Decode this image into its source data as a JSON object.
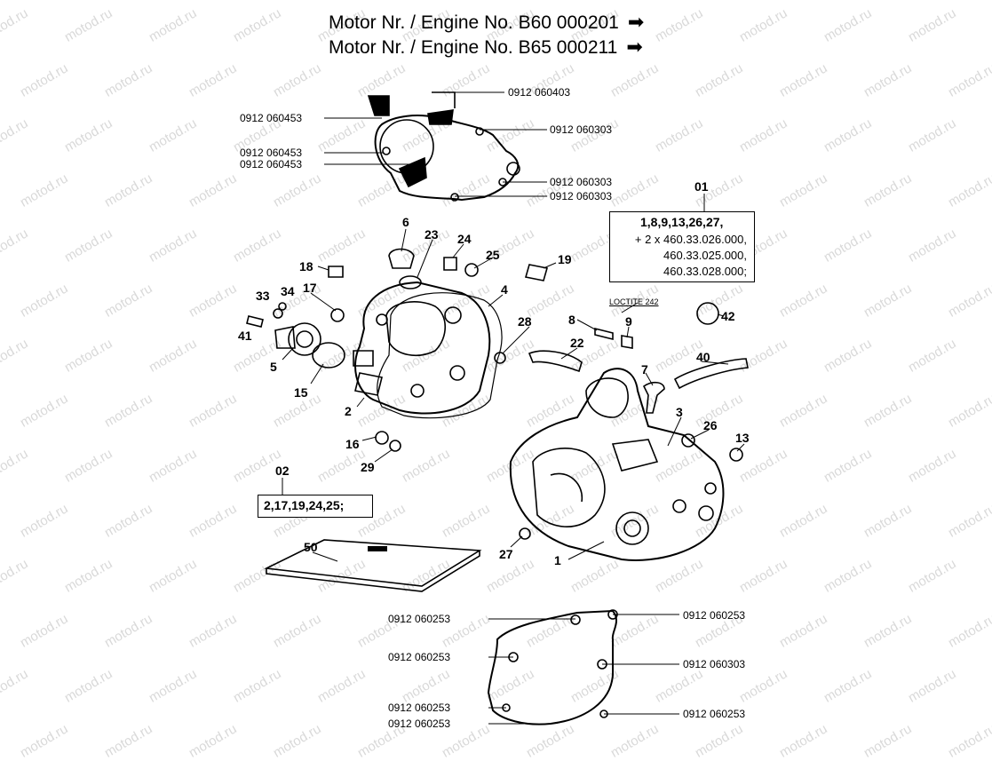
{
  "header": {
    "line1": "Motor Nr. / Engine No. B60 000201",
    "line2": "Motor Nr. / Engine No. B65 000211"
  },
  "watermark": "motod.ru",
  "callouts": {
    "c_0403": "0912 060403",
    "c_0453a": "0912 060453",
    "c_0303a": "0912 060303",
    "c_0453b": "0912 060453",
    "c_0453c": "0912 060453",
    "c_0303b": "0912 060303",
    "c_0303c": "0912 060303",
    "c_0253a": "0912 060253",
    "c_0253b": "0912 060253",
    "c_0253c": "0912 060253",
    "c_0253d": "0912 060253",
    "c_0253e": "0912 060253",
    "c_0253f": "0912 060253",
    "c_0303d": "0912 060303",
    "loctite": "LOCTITE 242"
  },
  "kit01": {
    "label": "01",
    "line1": "1,8,9,13,26,27,",
    "line2": "+ 2 x 460.33.026.000,",
    "line3": "460.33.025.000,",
    "line4": "460.33.028.000;"
  },
  "kit02": {
    "label": "02",
    "line1": "2,17,19,24,25;"
  },
  "parts": {
    "p1": "1",
    "p2": "2",
    "p3": "3",
    "p4": "4",
    "p5": "5",
    "p6": "6",
    "p7": "7",
    "p8": "8",
    "p9": "9",
    "p13": "13",
    "p15": "15",
    "p16": "16",
    "p17": "17",
    "p18": "18",
    "p19": "19",
    "p22": "22",
    "p23": "23",
    "p24": "24",
    "p25": "25",
    "p26": "26",
    "p27": "27",
    "p28": "28",
    "p29": "29",
    "p33": "33",
    "p34": "34",
    "p40": "40",
    "p41": "41",
    "p42": "42",
    "p50": "50"
  }
}
